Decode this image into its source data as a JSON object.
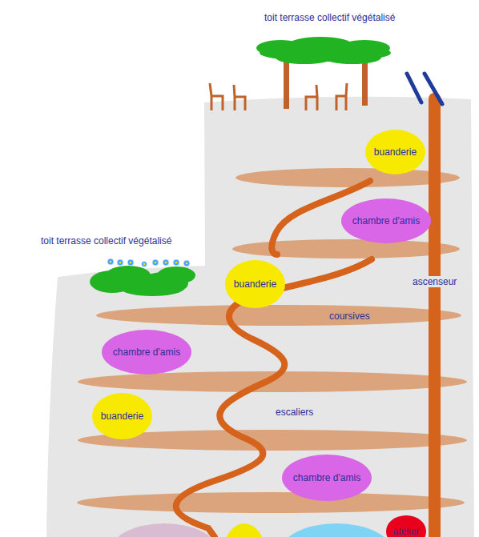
{
  "diagram": {
    "nodes": [
      {
        "text": [
          "buanderie"
        ]
      },
      {
        "text": [
          "chambre d'amis"
        ]
      },
      {
        "text": [
          "buanderie"
        ]
      },
      {
        "text": [
          "chambre d'amis"
        ]
      },
      {
        "text": [
          "buanderie"
        ]
      },
      {
        "text": [
          "chambre d'amis"
        ]
      },
      {
        "text": [
          "atelier"
        ]
      }
    ],
    "labels": [
      "toit terrasse collectif végétalisé",
      "toit terrasse collectif végétalisé",
      "ascenseur",
      "coursives",
      "escaliers"
    ]
  }
}
